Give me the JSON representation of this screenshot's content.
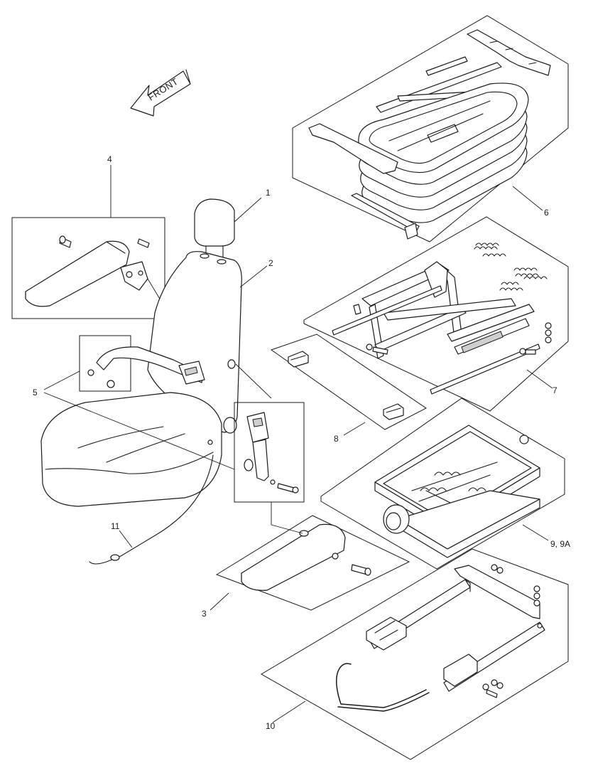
{
  "direction_label": "FRONT",
  "callouts": [
    {
      "id": "1",
      "label": "1"
    },
    {
      "id": "2",
      "label": "2"
    },
    {
      "id": "3",
      "label": "3"
    },
    {
      "id": "4",
      "label": "4"
    },
    {
      "id": "5",
      "label": "5"
    },
    {
      "id": "6",
      "label": "6"
    },
    {
      "id": "7",
      "label": "7"
    },
    {
      "id": "8",
      "label": "8"
    },
    {
      "id": "9",
      "label": "9, 9A"
    },
    {
      "id": "10",
      "label": "10"
    },
    {
      "id": "11",
      "label": "11"
    }
  ],
  "icons": {
    "front_arrow": "arrow-left-icon"
  }
}
